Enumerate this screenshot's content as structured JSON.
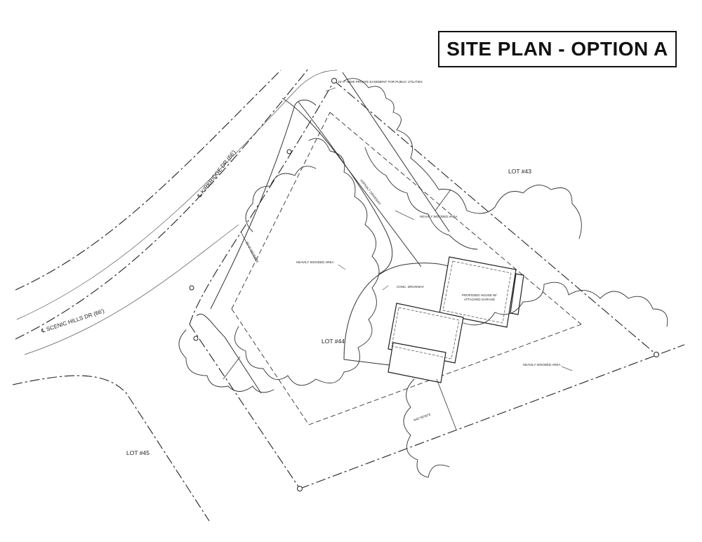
{
  "title": "SITE PLAN - OPTION A",
  "labels": {
    "easement": "15'-0\" WIDE PRIVATE EASEMENT FOR PUBLIC UTILITIES",
    "kirkridge": "℄ KIRKRIDGE DR (66')",
    "scenic_hills": "℄ SCENIC HILLS DR (66')",
    "lot_43": "LOT #43",
    "lot_44": "LOT #44",
    "lot_45": "LOT #45",
    "wooded_1": "HEAVILY WOODED AREA",
    "wooded_2": "HEAVILY WOODED AREA",
    "wooded_3": "HEAVILY WOODED AREA",
    "driveway": "CONC. DRIVEWAY",
    "asphalt_driveway": "ASPHALT DRIVEWAY",
    "house_line1": "PROPOSED HOUSE W/",
    "house_line2": "ATTACHED GARAGE",
    "setback": "30'-0\" SETBACK",
    "bearing": "N45°00'00\"E"
  }
}
